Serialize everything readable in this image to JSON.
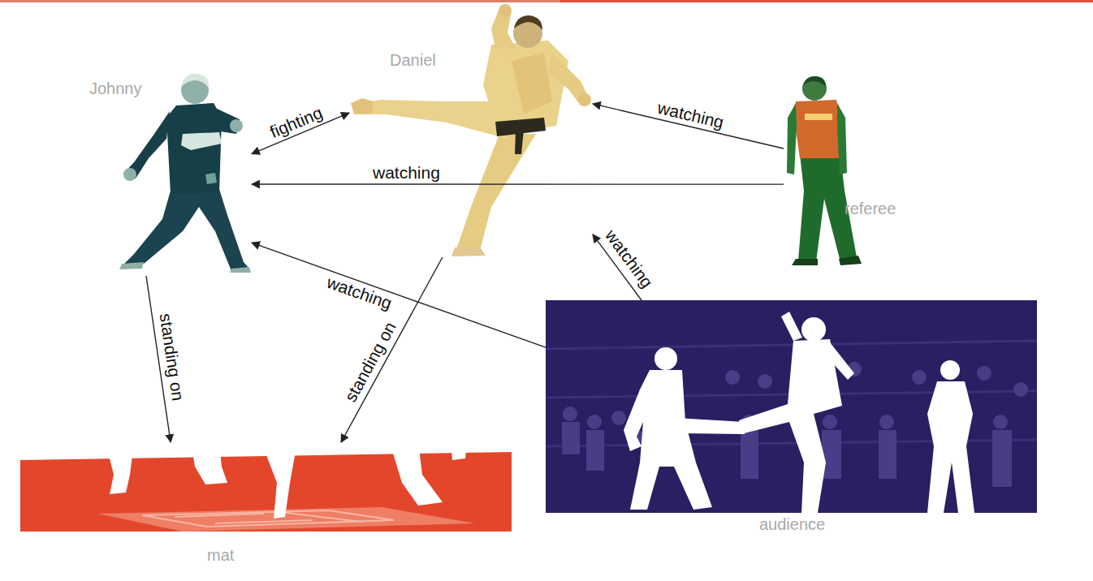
{
  "diagram": {
    "nodes": [
      {
        "text": [
          "Johnny"
        ]
      },
      {
        "text": [
          "Daniel"
        ]
      },
      {
        "text": [
          "referee"
        ]
      },
      {
        "text": [
          "mat"
        ]
      },
      {
        "text": [
          "audience"
        ]
      }
    ],
    "edges": [
      {
        "from": 0,
        "to": 1,
        "label": "fighting",
        "arrow": "both"
      },
      {
        "from": 2,
        "to": 1,
        "label": "watching",
        "arrow": "to"
      },
      {
        "from": 2,
        "to": 0,
        "label": "watching",
        "arrow": "to"
      },
      {
        "from": 4,
        "to": 1,
        "label": "watching",
        "arrow": "to"
      },
      {
        "from": 4,
        "to": 0,
        "label": "watching",
        "arrow": "to"
      },
      {
        "from": 0,
        "to": 3,
        "label": "standing on",
        "arrow": "to"
      },
      {
        "from": 1,
        "to": 3,
        "label": "standing on",
        "arrow": "to"
      }
    ]
  }
}
